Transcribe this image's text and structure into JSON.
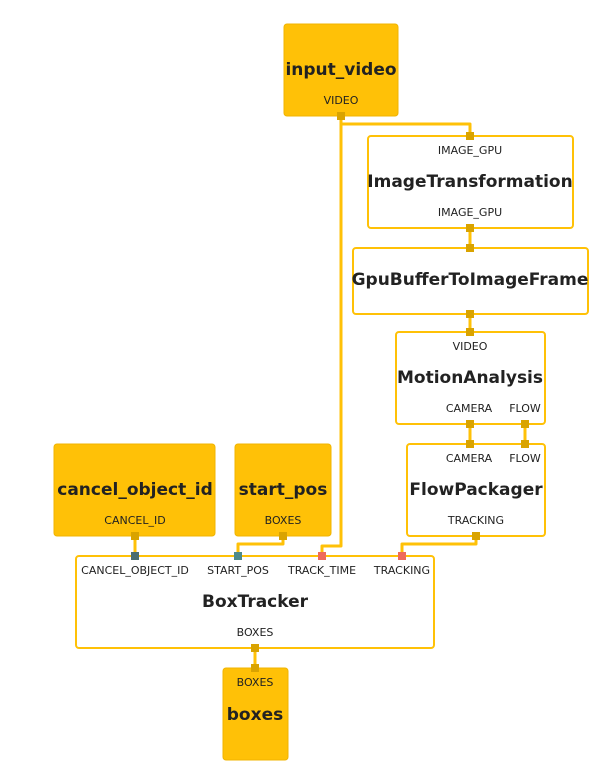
{
  "graph": {
    "nodes": {
      "input_video": {
        "title": "input_video",
        "outputs": [
          "VIDEO"
        ]
      },
      "image_transformation": {
        "title": "ImageTransformation",
        "inputs": [
          "IMAGE_GPU"
        ],
        "outputs": [
          "IMAGE_GPU"
        ]
      },
      "gpu_buffer": {
        "title": "GpuBufferToImageFrame"
      },
      "motion_analysis": {
        "title": "MotionAnalysis",
        "inputs": [
          "VIDEO"
        ],
        "outputs": [
          "CAMERA",
          "FLOW"
        ]
      },
      "flow_packager": {
        "title": "FlowPackager",
        "inputs": [
          "CAMERA",
          "FLOW"
        ],
        "outputs": [
          "TRACKING"
        ]
      },
      "cancel_object_id": {
        "title": "cancel_object_id",
        "outputs": [
          "CANCEL_ID"
        ]
      },
      "start_pos": {
        "title": "start_pos",
        "outputs": [
          "BOXES"
        ]
      },
      "box_tracker": {
        "title": "BoxTracker",
        "inputs": [
          "CANCEL_OBJECT_ID",
          "START_POS",
          "TRACK_TIME",
          "TRACKING"
        ],
        "outputs": [
          "BOXES"
        ]
      },
      "boxes": {
        "title": "boxes",
        "inputs": [
          "BOXES"
        ]
      }
    }
  },
  "colors": {
    "stream_fill": "#ffc107",
    "edge": "#ffc107",
    "port": "#d9a300",
    "port_side": "#4e8a8a",
    "port_back_edge": "#ef6a5a"
  }
}
